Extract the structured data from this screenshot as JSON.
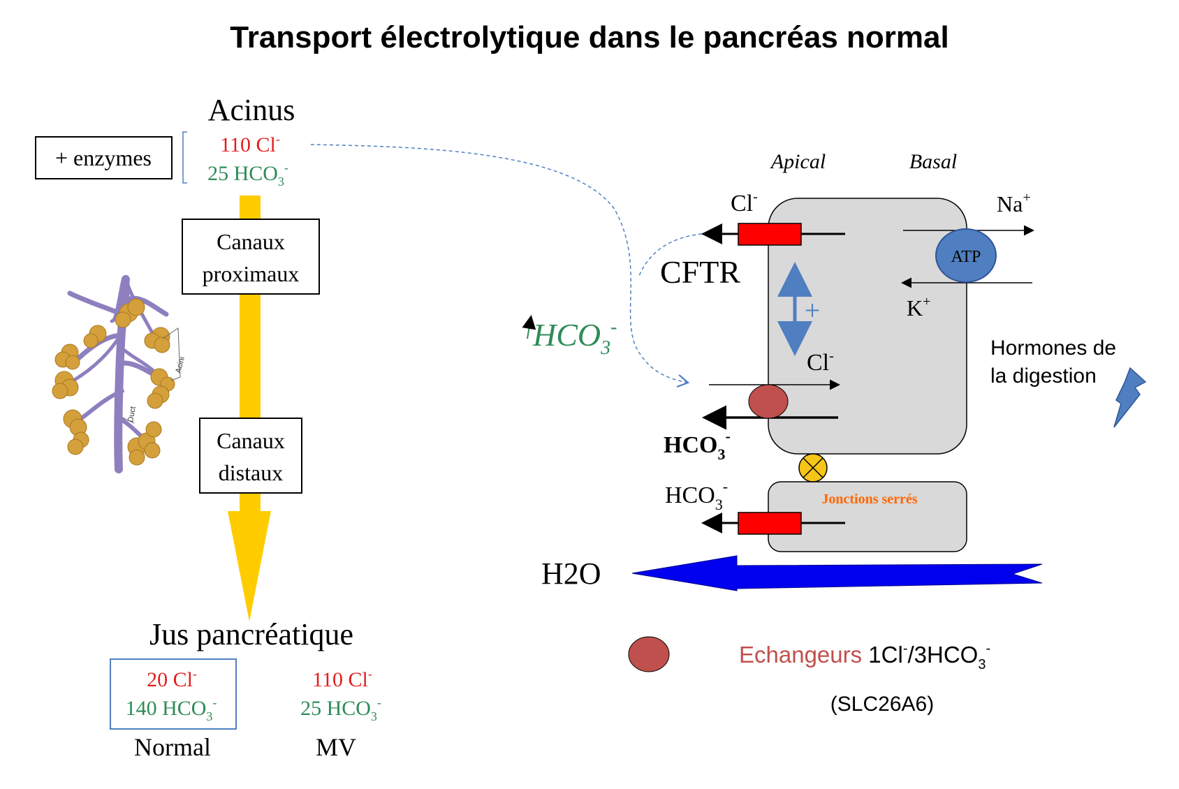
{
  "title": "Transport électrolytique dans le pancréas normal",
  "acinus": {
    "label": "Acinus",
    "cl": "110 Cl",
    "hco3": "25 HCO",
    "enzymes": "+ enzymes"
  },
  "ducts": {
    "proximal_line1": "Canaux",
    "proximal_line2": "proximaux",
    "distal_line1": "Canaux",
    "distal_line2": "distaux"
  },
  "tree_labels": {
    "acini": "Acini",
    "duct": "Duct"
  },
  "juice": {
    "label": "Jus pancréatique",
    "normal": {
      "cl": "20 Cl",
      "hco3": "140 HCO",
      "label": "Normal"
    },
    "mv": {
      "cl": "110 Cl",
      "hco3": "25 HCO",
      "label": "MV"
    }
  },
  "cell": {
    "apical": "Apical",
    "basal": "Basal",
    "cl_top": "Cl",
    "cftr": "CFTR",
    "plus": "+",
    "cl_mid": "Cl",
    "hco3_bold": "HCO",
    "hco3_lower": "HCO",
    "hco3_up": "HCO",
    "na": "Na",
    "k": "K",
    "atp": "ATP",
    "junctions": "Jonctions serrés",
    "h2o": "H2O"
  },
  "hormones": {
    "line1": "Hormones de",
    "line2": "la digestion"
  },
  "legend": {
    "exchanger_word": "Echangeurs",
    "exchanger_rest_1": "1Cl",
    "exchanger_rest_2": "/3HCO",
    "slc": "(SLC26A6)"
  },
  "colors": {
    "red": "#e41e1e",
    "green": "#2e8b57",
    "yellow": "#ffcc00",
    "blue_arrow": "#0000ee",
    "cell_fill": "#d9d9d9",
    "atp_fill": "#4f7fc0",
    "exchanger_fill": "#c0504d",
    "junction_fill": "#f5c518",
    "orange": "#ff6600"
  }
}
